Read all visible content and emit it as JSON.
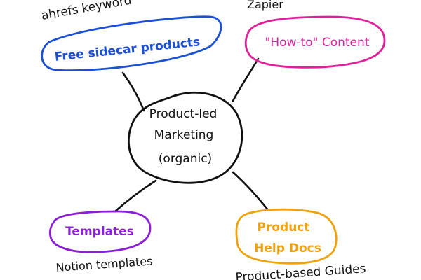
{
  "center": {
    "lines": [
      "Product-led",
      "Marketing",
      "(organic)"
    ],
    "color": "#111111"
  },
  "nodes": {
    "sidecar": {
      "label": "Free sidecar products",
      "note": "ahrefs keyword",
      "color": "#1a4fd6"
    },
    "howto": {
      "label": "\"How-to\" Content",
      "note": "Zapier",
      "color": "#e21f9a"
    },
    "templates": {
      "label": "Templates",
      "note": "Notion templates",
      "color": "#8a1fd6"
    },
    "helpdocs": {
      "lines": [
        "Product",
        "Help Docs"
      ],
      "note": "Product-based Guides",
      "color": "#f0a20c"
    }
  },
  "ink": "#111111"
}
